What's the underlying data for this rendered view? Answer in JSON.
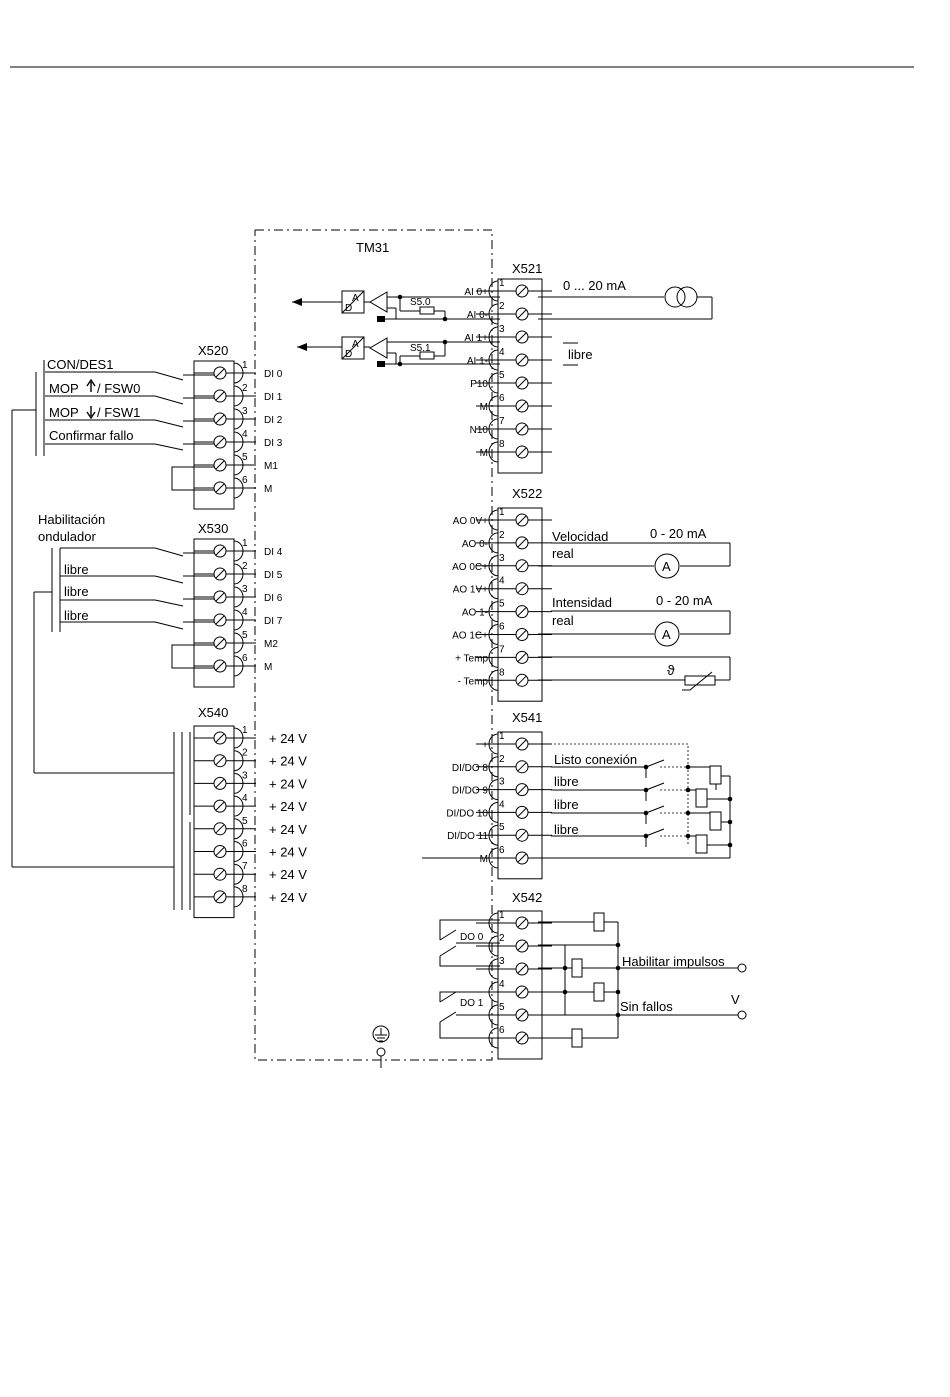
{
  "module": {
    "name": "TM31"
  },
  "x520": {
    "title": "X520",
    "pins": [
      "1",
      "2",
      "3",
      "4",
      "5",
      "6"
    ],
    "signals": [
      "DI 0",
      "DI 1",
      "DI 2",
      "DI 3",
      "M1",
      "M"
    ],
    "inputs": [
      "CON/DES1",
      "MOP",
      "/ FSW0",
      "MOP",
      "/ FSW1",
      "Confirmar fallo"
    ]
  },
  "x530": {
    "title": "X530",
    "group_label_1": "Habilitación",
    "group_label_2": "ondulador",
    "pins": [
      "1",
      "2",
      "3",
      "4",
      "5",
      "6"
    ],
    "signals": [
      "DI 4",
      "DI 5",
      "DI 6",
      "DI 7",
      "M2",
      "M"
    ],
    "inputs": [
      "libre",
      "libre",
      "libre"
    ]
  },
  "x540": {
    "title": "X540",
    "pins": [
      "1",
      "2",
      "3",
      "4",
      "5",
      "6",
      "7",
      "8"
    ],
    "outputs": [
      "+ 24 V",
      "+ 24 V",
      "+ 24 V",
      "+ 24 V",
      "+ 24 V",
      "+ 24 V",
      "+ 24 V",
      "+ 24 V"
    ]
  },
  "x521": {
    "title": "X521",
    "pins": [
      "1",
      "2",
      "3",
      "4",
      "5",
      "6",
      "7",
      "8"
    ],
    "signals": [
      "AI 0+",
      "AI 0-",
      "AI 1+",
      "AI 1-",
      "P10",
      "M",
      "N10",
      "M"
    ],
    "switches": [
      "S5.0",
      "S5.1"
    ],
    "adc_top": "A",
    "adc_bottom": "D",
    "source_label": "0 ... 20 mA",
    "free_label": "libre"
  },
  "x522": {
    "title": "X522",
    "pins": [
      "1",
      "2",
      "3",
      "4",
      "5",
      "6",
      "7",
      "8"
    ],
    "signals": [
      "AO 0V+",
      "AO 0-",
      "AO 0C+",
      "AO 1V+",
      "AO 1-",
      "AO 1C+",
      "+ Temp",
      "- Temp"
    ],
    "out0_label_1": "Velocidad",
    "out0_label_2": "real",
    "out0_range": "0 - 20 mA",
    "out1_label_1": "Intensidad",
    "out1_label_2": "real",
    "out1_range": "0 - 20 mA",
    "meter_symbol": "A",
    "temp_symbol": "ϑ"
  },
  "x541": {
    "title": "X541",
    "pins": [
      "1",
      "2",
      "3",
      "4",
      "5",
      "6"
    ],
    "signals": [
      "+",
      "DI/DO 8",
      "DI/DO 9",
      "DI/DO 10",
      "DI/DO 11",
      "M"
    ],
    "outputs": [
      "Listo conexión",
      "libre",
      "libre",
      "libre"
    ]
  },
  "x542": {
    "title": "X542",
    "pins": [
      "1",
      "2",
      "3",
      "4",
      "5",
      "6"
    ],
    "relays": [
      "DO 0",
      "DO 1"
    ],
    "out_1": "Habilitar impulsos",
    "out_2": "Sin fallos",
    "voltage": "V"
  }
}
